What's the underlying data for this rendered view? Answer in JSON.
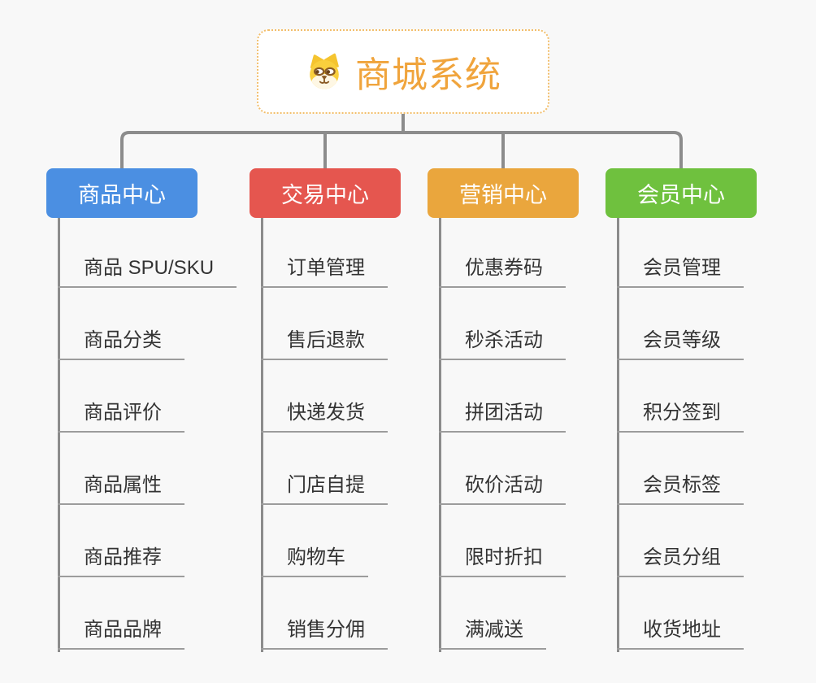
{
  "page": {
    "background": "#F8F8F8"
  },
  "root": {
    "label": "商城系统",
    "icon": "shiba-dog-icon",
    "text_color": "#F0A43C",
    "border_color": "#F2BE6B"
  },
  "connector_color": "#8C8C8C",
  "underline_color": "#9C9C9C",
  "child_text_color": "#333333",
  "branches": [
    {
      "label": "商品中心",
      "color": "#4B8FE2",
      "children": [
        "商品 SPU/SKU",
        "商品分类",
        "商品评价",
        "商品属性",
        "商品推荐",
        "商品品牌"
      ]
    },
    {
      "label": "交易中心",
      "color": "#E5564F",
      "children": [
        "订单管理",
        "售后退款",
        "快递发货",
        "门店自提",
        "购物车",
        "销售分佣"
      ]
    },
    {
      "label": "营销中心",
      "color": "#EAA63D",
      "children": [
        "优惠券码",
        "秒杀活动",
        "拼团活动",
        "砍价活动",
        "限时折扣",
        "满减送"
      ]
    },
    {
      "label": "会员中心",
      "color": "#6FC13E",
      "children": [
        "会员管理",
        "会员等级",
        "积分签到",
        "会员标签",
        "会员分组",
        "收货地址"
      ]
    }
  ]
}
